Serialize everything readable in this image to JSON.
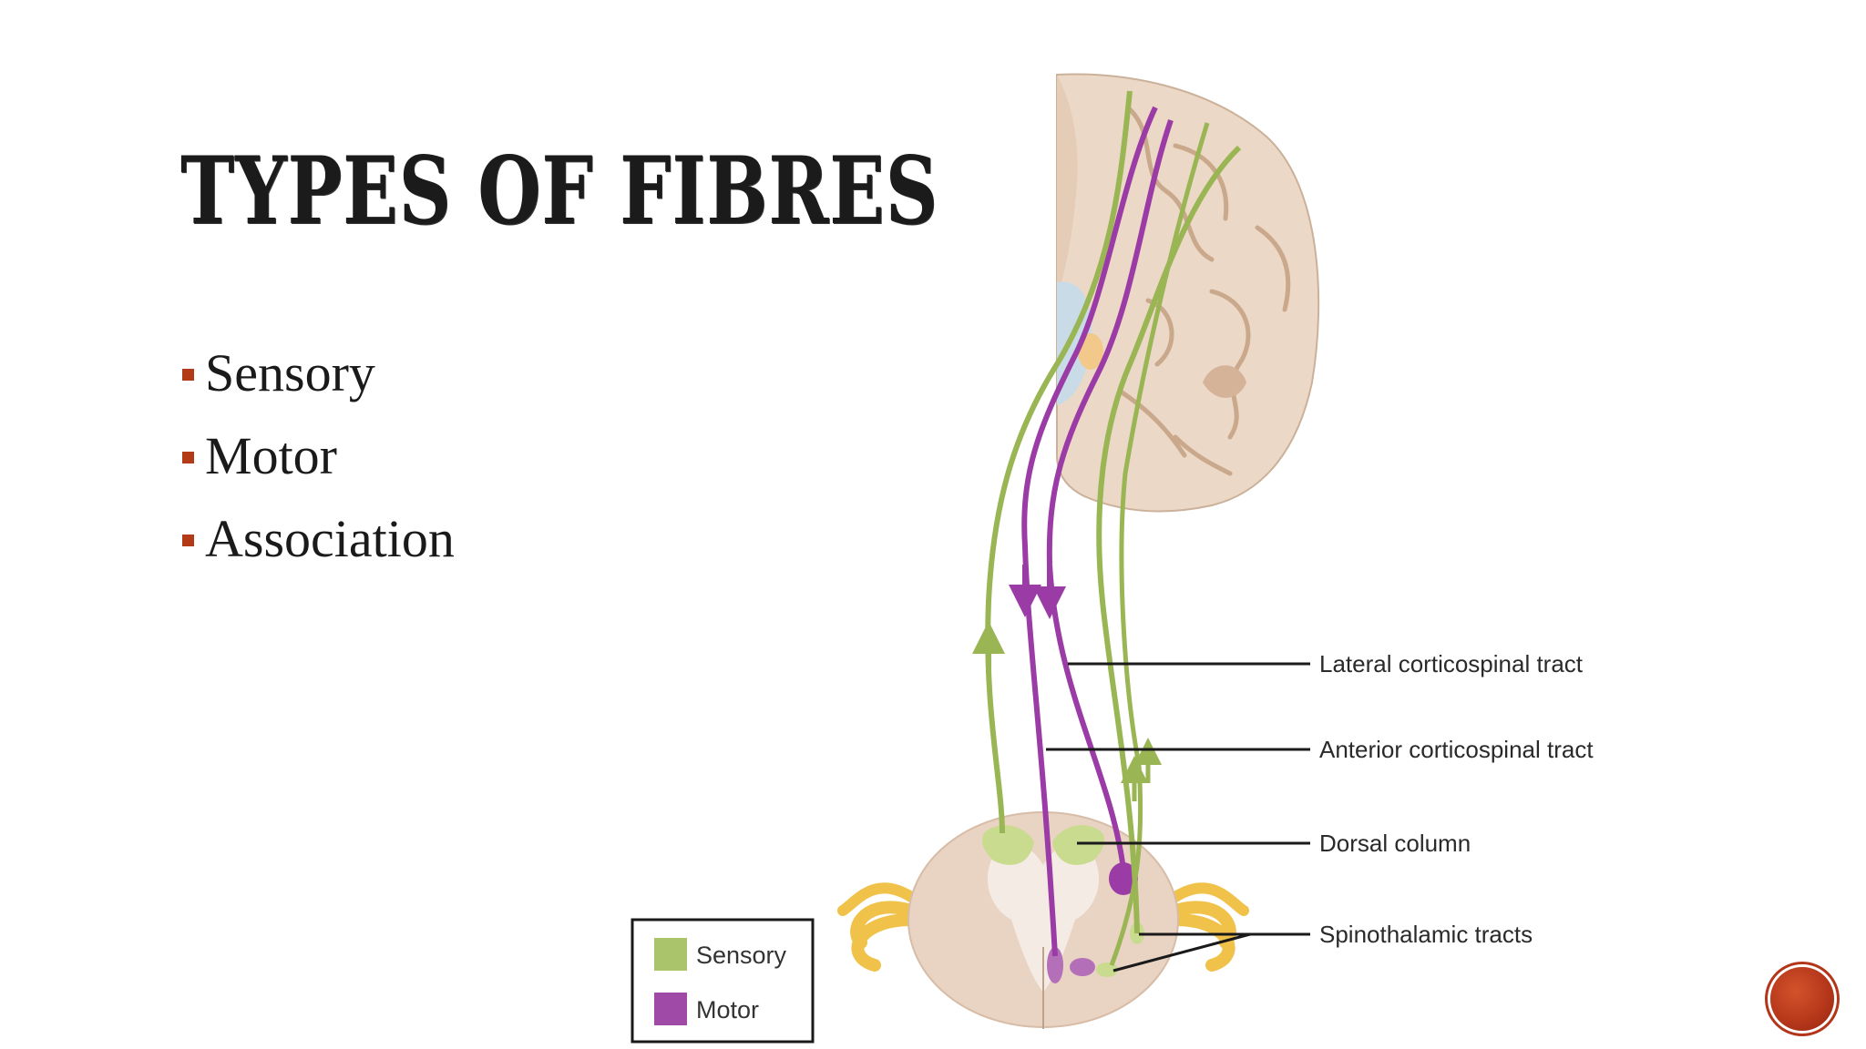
{
  "slide": {
    "title": "TYPES OF FIBRES",
    "bullets": [
      "Sensory",
      "Motor",
      "Association"
    ]
  },
  "diagram": {
    "labels": {
      "lateral": "Lateral corticospinal tract",
      "anterior": "Anterior corticospinal tract",
      "dorsal": "Dorsal column",
      "spinothalamic": "Spinothalamic tracts"
    },
    "legend": {
      "sensory": {
        "label": "Sensory",
        "color": "#a9c46a"
      },
      "motor": {
        "label": "Motor",
        "color": "#a04aa8"
      }
    }
  },
  "colors": {
    "accent": "#b23a17",
    "sensory_fibre": "#9ab553",
    "motor_fibre": "#9b3ba5",
    "brain_tissue": "#ecd8c6",
    "spinal_nerve": "#f0c24a"
  },
  "nav": {
    "icon": "next-slide-circle-icon"
  }
}
